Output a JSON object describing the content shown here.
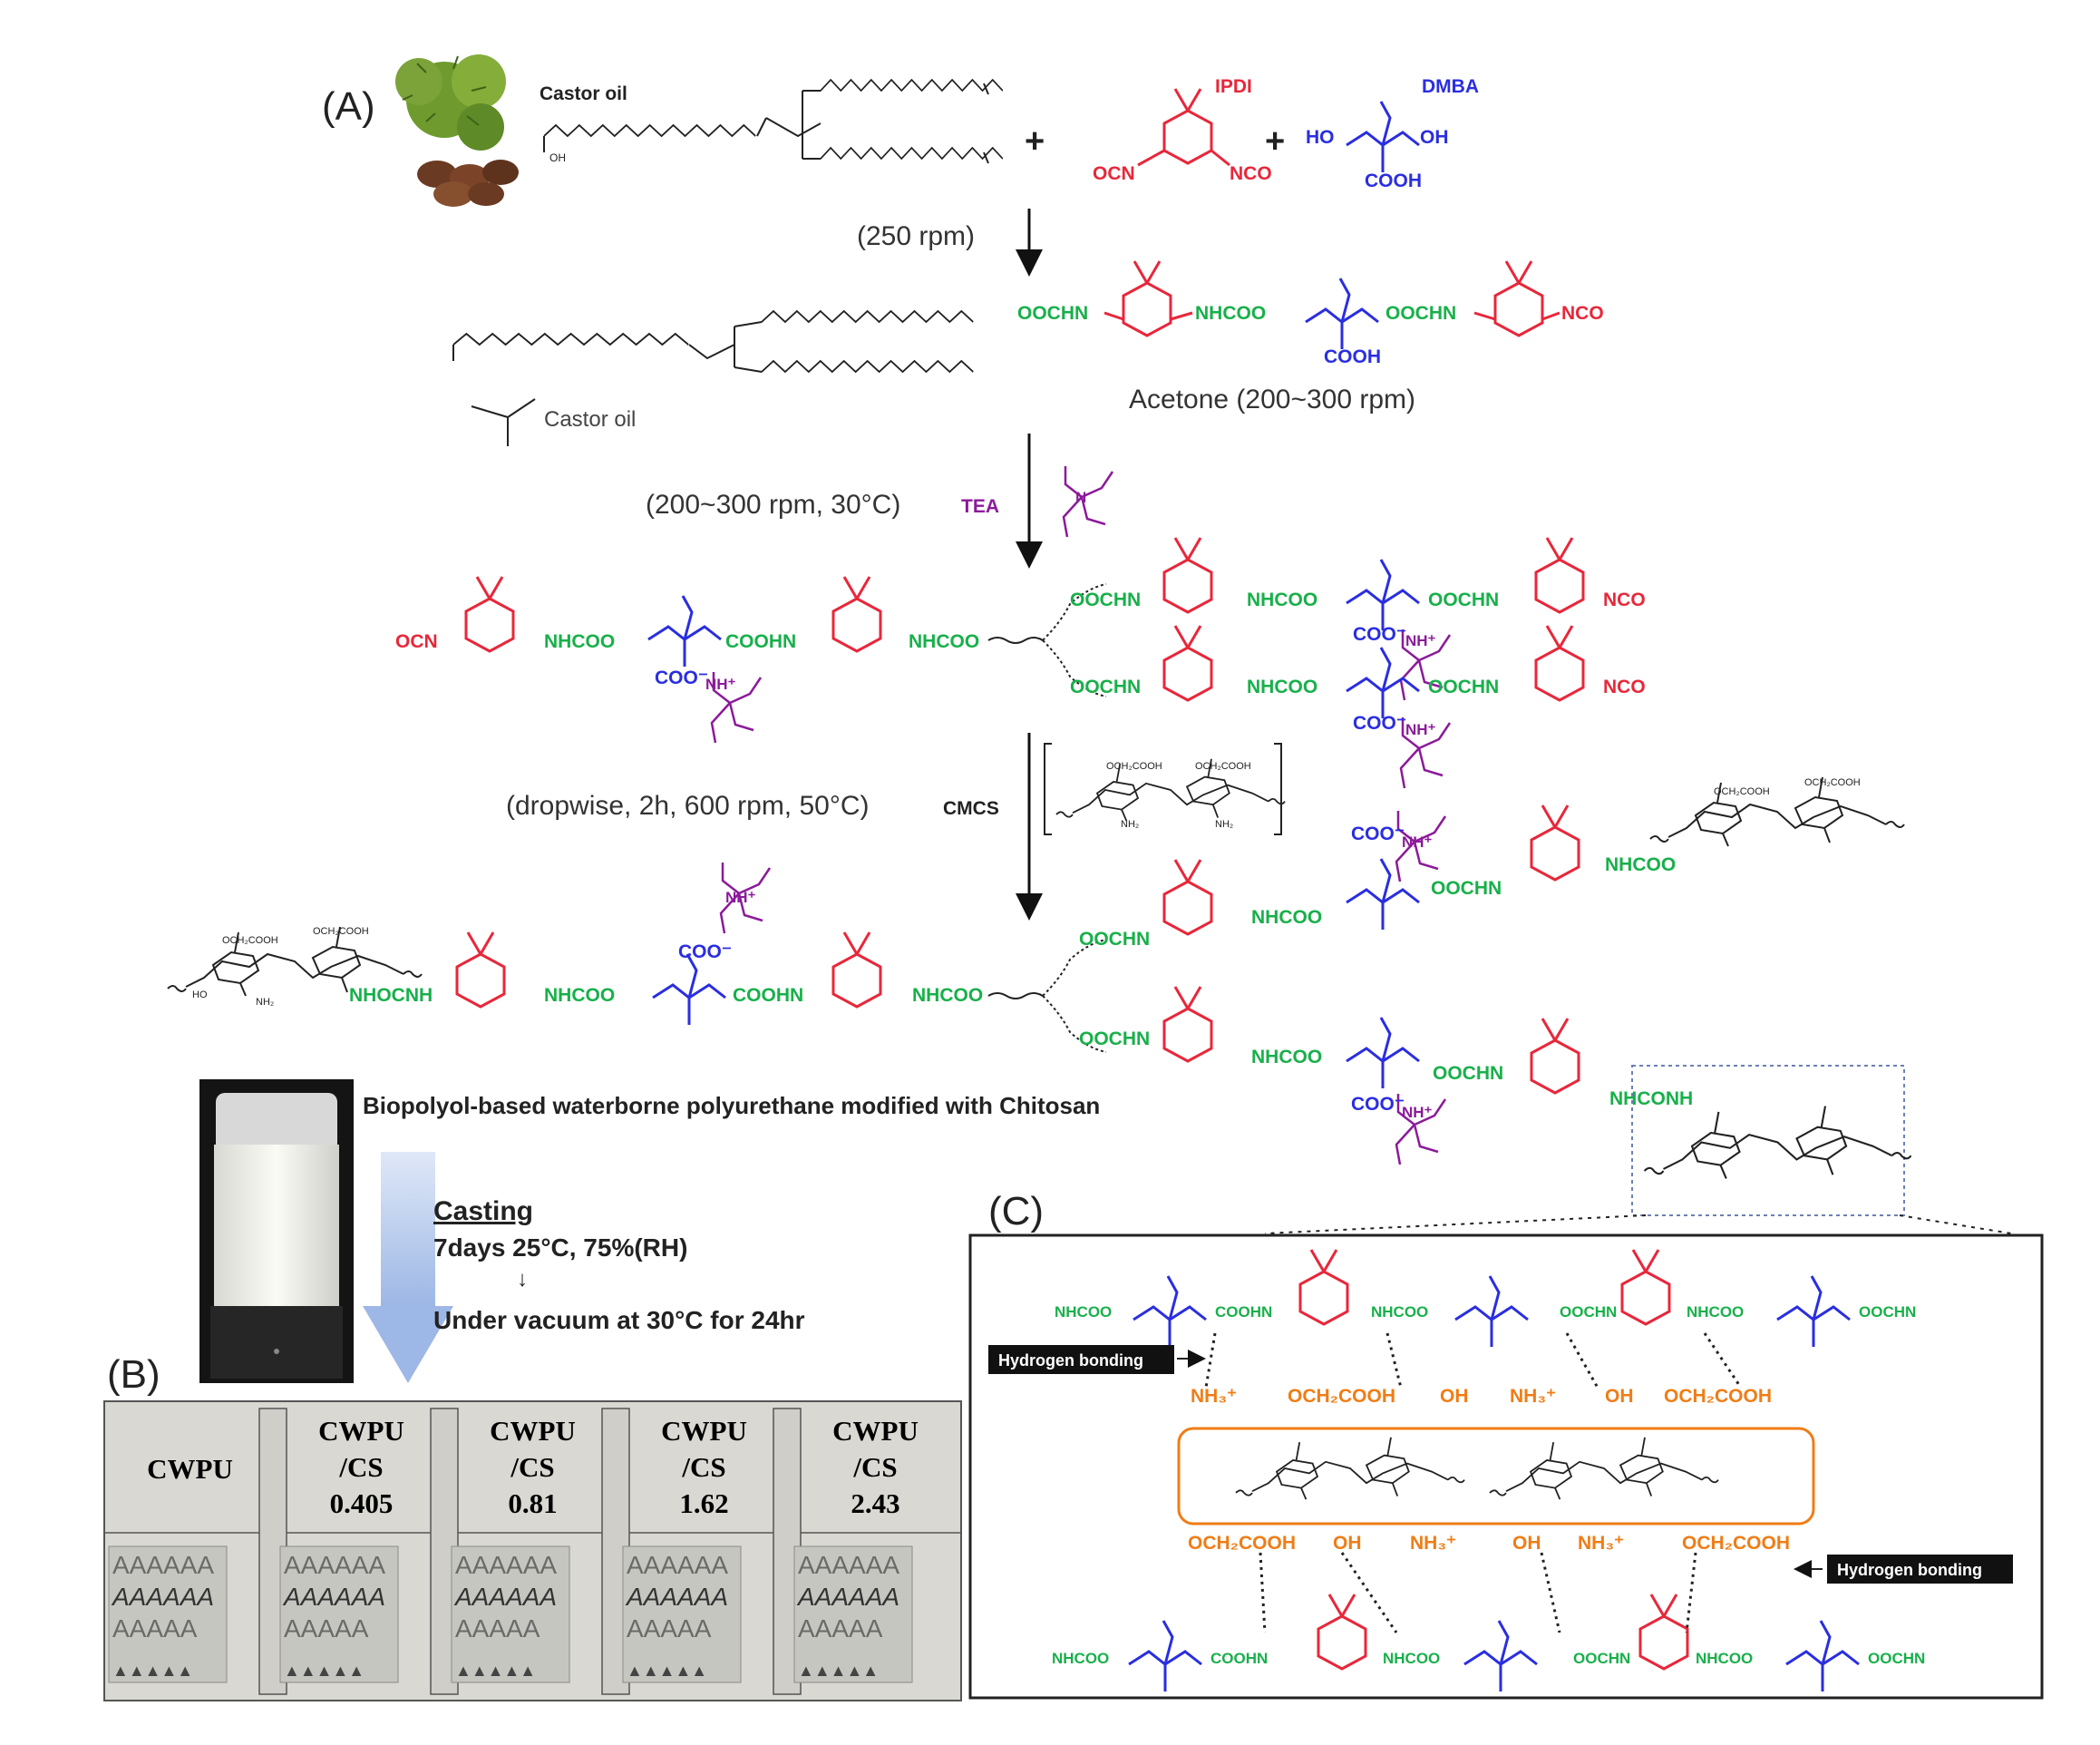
{
  "panels": {
    "a": "(A)",
    "b": "(B)",
    "c": "(C)"
  },
  "reagents": {
    "castor_oil": "Castor oil",
    "ipdi": "IPDI",
    "dmba": "DMBA",
    "plus": "+",
    "ho": "HO",
    "oh": "OH",
    "cooh": "COOH",
    "ocn": "OCN",
    "nco": "NCO",
    "oh_small": "OH",
    "castor_oil_legend": "Castor oil"
  },
  "steps": {
    "step1": "(250 rpm)",
    "acetone": "Acetone (200~300 rpm)",
    "step2": "(200~300 rpm, 30°C)",
    "tea": "TEA",
    "step3": "(dropwise, 2h, 600 rpm, 50°C)",
    "cmcs": "CMCS"
  },
  "groups": {
    "oochn": "OOCHN",
    "nhcoo": "NHCOO",
    "coohn": "COOHN",
    "coo_minus": "COO⁻",
    "nh_plus": "NH⁺",
    "nhocnh": "NHOCNH",
    "nhconh": "NHCONH",
    "och2cooh": "OCH₂COOH",
    "nh2": "NH₂",
    "nh3_plus": "NH₃⁺",
    "n": "N",
    "ho": "HO"
  },
  "product_label": "Biopolyol-based waterborne polyurethane modified with Chitosan",
  "casting": {
    "title": "Casting",
    "line1": "7days 25°C, 75%(RH)",
    "arrow": "↓",
    "line2": "Under vacuum at 30°C for 24hr"
  },
  "film_table": {
    "columns": [
      {
        "line1": "CWPU",
        "line2": "",
        "line3": ""
      },
      {
        "line1": "CWPU",
        "line2": "/CS",
        "line3": "0.405"
      },
      {
        "line1": "CWPU",
        "line2": "/CS",
        "line3": "0.81"
      },
      {
        "line1": "CWPU",
        "line2": "/CS",
        "line3": "1.62"
      },
      {
        "line1": "CWPU",
        "line2": "/CS",
        "line3": "2.43"
      }
    ],
    "sample_text_rows": [
      "AAAAAA",
      "AAAAAA",
      "AAAAA",
      "▲▲▲▲▲"
    ]
  },
  "panel_c": {
    "hydrogen_bonding_1": "Hydrogen bonding",
    "hydrogen_bonding_2": "Hydrogen bonding",
    "top_chain": [
      "NHCOO",
      "COOHN",
      "NHCOO",
      "OOCHN",
      "NHCOO",
      "OOCHN"
    ],
    "upper_groups": [
      "NH₃⁺",
      "OCH₂COOH",
      "OH",
      "NH₃⁺",
      "OH",
      "OCH₂COOH"
    ],
    "lower_groups": [
      "OCH₂COOH",
      "OH",
      "NH₃⁺",
      "OH",
      "NH₃⁺",
      "OCH₂COOH"
    ],
    "bottom_chain": [
      "NHCOO",
      "COOHN",
      "NHCOO",
      "OOCHN",
      "NHCOO",
      "OOCHN"
    ]
  },
  "colors": {
    "ipdi": "#e8273a",
    "dmba": "#2a2ee0",
    "urethane": "#18b04a",
    "tea": "#8b1a9a",
    "chitosan": "#ef7d16"
  },
  "icons": [
    "castor-bean-photo",
    "dispersion-vial-photo",
    "down-arrow-icon"
  ]
}
